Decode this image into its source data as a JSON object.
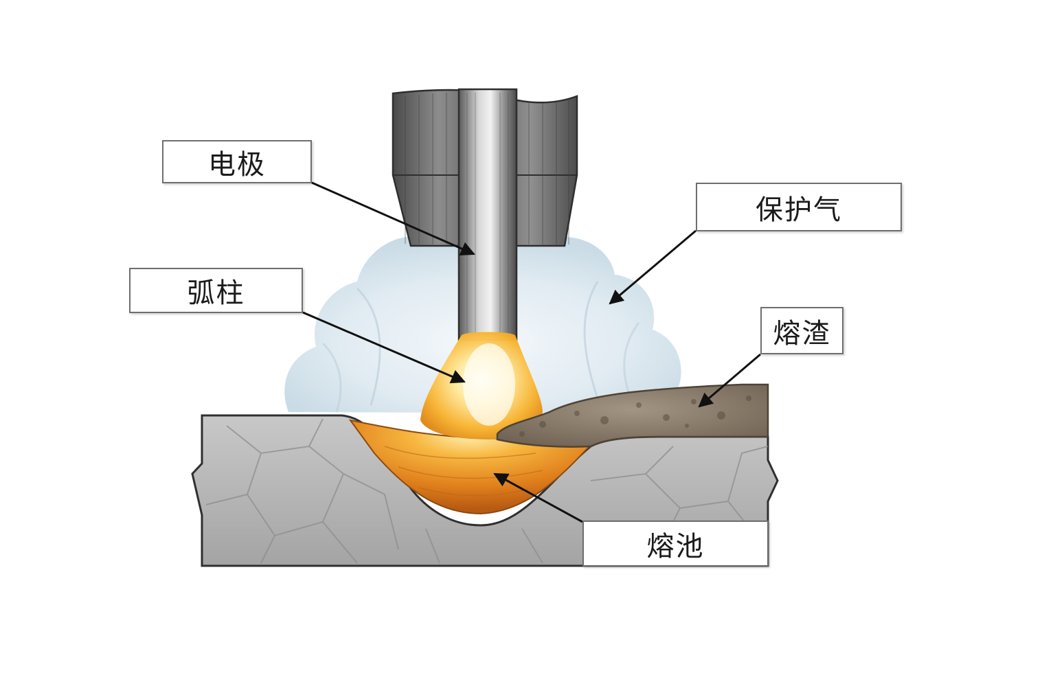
{
  "labels": {
    "electrode": "电极",
    "shield_gas": "保护气",
    "arc": "弧柱",
    "slag": "熔渣",
    "weld_pool": "熔池"
  },
  "colors": {
    "background": "#ffffff",
    "base_metal": "#b9b9b9",
    "base_metal_edge": "#3a3a3a",
    "electrode_steel": "#8a8a8a",
    "nozzle": "#6a6a6a",
    "shield_gas": "#cfe0ea",
    "arc_core": "#fff7d6",
    "arc_outer": "#f0a020",
    "weld_pool": "#e0841e",
    "slag": "#8a7a66",
    "label_border": "#6e6e6e",
    "arrow": "#111111"
  }
}
